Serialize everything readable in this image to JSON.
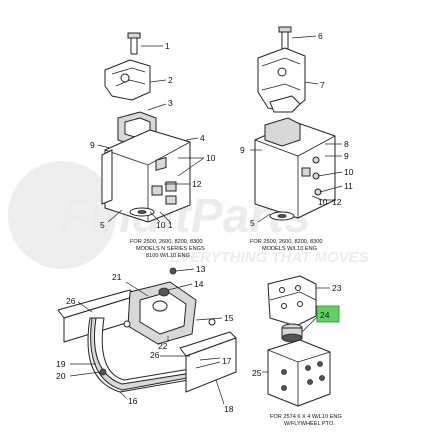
{
  "watermark": {
    "brand": "FinditParts",
    "tagline": "EVERYTHING THAT MOVES",
    "brand_color": "#e6e6e6"
  },
  "callouts": {
    "c1": "1",
    "c2": "2",
    "c3": "3",
    "c4": "4",
    "c5": "5",
    "c6": "6",
    "c7": "7",
    "c8": "8",
    "c9a": "9",
    "c9b": "9",
    "c10a": "10",
    "c10b": "10",
    "c10c": "10",
    "c11": "11",
    "c12a": "12",
    "c12b": "12",
    "c13": "13",
    "c14": "14",
    "c15": "15",
    "c16": "16",
    "c17": "17",
    "c18": "18",
    "c19": "19",
    "c20": "20",
    "c21": "21",
    "c22": "22",
    "c23": "23",
    "c24": "24",
    "c25": "25",
    "c26a": "26",
    "c26b": "26",
    "c1b": "1"
  },
  "captions": {
    "left_line1": "FOR 2500, 2600, 8200, 8300",
    "left_line2": "MODELS N SERIES ENGS",
    "left_line3": "8100 W/L10 ENG",
    "right_line1": "FOR 2500, 2600, 8200, 8300",
    "right_line2": "MODELS W/L10 ENG",
    "bottom_line1": "FOR 2574 6 X 4 W/L10 ENG",
    "bottom_line2": "W/FLYWHEEL PTO."
  },
  "highlight": {
    "label": "24",
    "color": "#5fd35f"
  }
}
